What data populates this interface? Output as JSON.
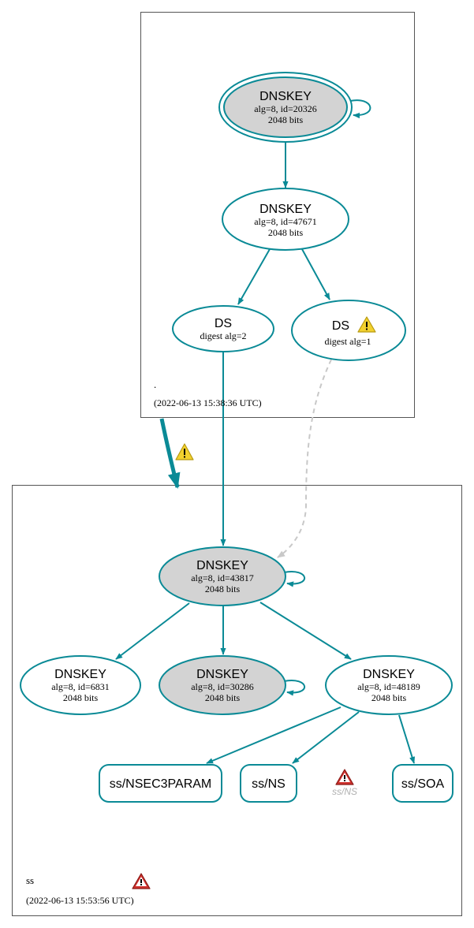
{
  "colors": {
    "edge": "#0a8a96",
    "node_stroke": "#0a8a96",
    "node_fill_grey": "#d3d3d3",
    "dashed_edge": "#c8c8c8",
    "zone_border": "#555555",
    "warning_yellow": "#f2d12e",
    "error_red": "#d0312d",
    "faded_text": "#b0b0b0"
  },
  "zones": {
    "root": {
      "name": ".",
      "timestamp": "(2022-06-13 15:38:36 UTC)"
    },
    "ss": {
      "name": "ss",
      "timestamp": "(2022-06-13 15:53:56 UTC)"
    }
  },
  "nodes": {
    "root_ksk": {
      "title": "DNSKEY",
      "line1": "alg=8, id=20326",
      "line2": "2048 bits"
    },
    "root_zsk": {
      "title": "DNSKEY",
      "line1": "alg=8, id=47671",
      "line2": "2048 bits"
    },
    "ds_2": {
      "title": "DS",
      "line1": "digest alg=2"
    },
    "ds_1": {
      "title": "DS",
      "line1": "digest alg=1"
    },
    "ss_ksk": {
      "title": "DNSKEY",
      "line1": "alg=8, id=43817",
      "line2": "2048 bits"
    },
    "ss_key_6831": {
      "title": "DNSKEY",
      "line1": "alg=8, id=6831",
      "line2": "2048 bits"
    },
    "ss_key_30286": {
      "title": "DNSKEY",
      "line1": "alg=8, id=30286",
      "line2": "2048 bits"
    },
    "ss_key_48189": {
      "title": "DNSKEY",
      "line1": "alg=8, id=48189",
      "line2": "2048 bits"
    }
  },
  "rrsets": {
    "nsec3param": "ss/NSEC3PARAM",
    "ns": "ss/NS",
    "soa": "ss/SOA",
    "ns_error_label": "ss/NS"
  },
  "icons": {
    "delegation_warning": "warning-icon",
    "ds_warning": "warning-icon",
    "ns_error": "error-icon",
    "zone_error": "error-icon"
  }
}
